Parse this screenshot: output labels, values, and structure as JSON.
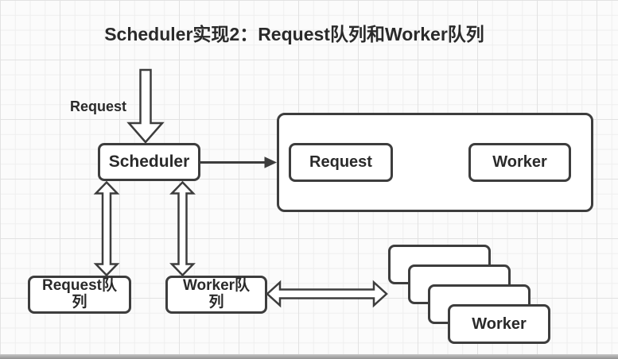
{
  "title": "Scheduler实现2：Request队列和Worker队列",
  "nodes": {
    "inflow_label": "Request",
    "scheduler": "Scheduler",
    "pipeline_request": "Request",
    "pipeline_worker": "Worker",
    "request_queue": "Request队\n列",
    "worker_queue": "Worker队\n列"
  },
  "worker_pool": {
    "card_count": 4,
    "front_label": "Worker"
  },
  "connections": [
    {
      "from": "Request (incoming)",
      "to": "Scheduler",
      "style": "hollow-arrow",
      "direction": "down"
    },
    {
      "from": "Scheduler",
      "to": "pipeline container",
      "style": "solid-arrow",
      "direction": "right"
    },
    {
      "from": "Request",
      "to": "Worker",
      "style": "solid-arrow",
      "direction": "right"
    },
    {
      "from": "Scheduler",
      "to": "Request队列",
      "style": "hollow-double-arrow",
      "direction": "vertical"
    },
    {
      "from": "Scheduler",
      "to": "Worker队列",
      "style": "hollow-double-arrow",
      "direction": "vertical"
    },
    {
      "from": "Worker队列",
      "to": "Worker pool (stacked cards)",
      "style": "hollow-double-arrow",
      "direction": "horizontal"
    }
  ],
  "colors": {
    "stroke": "#3d3d3d",
    "text": "#2a2a2a",
    "box_fill": "#ffffff",
    "canvas": "#fbfbfb",
    "grid_minor": "#eeeeee",
    "grid_major": "#e2e2e2",
    "paper_edge": "#a0a0a0"
  }
}
